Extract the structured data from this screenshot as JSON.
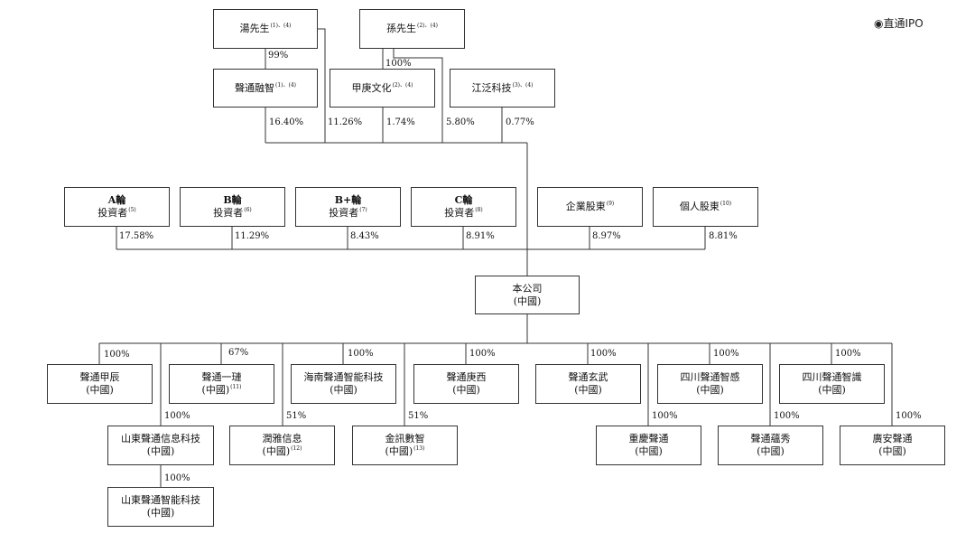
{
  "brand": "◉直通IPO",
  "nodes": {
    "mr_tang": {
      "name": "湯先生",
      "note": "(1)、(4)"
    },
    "mr_sun": {
      "name": "孫先生",
      "note": "(2)、(4)"
    },
    "shengtong_rongzhi": {
      "name": "聲通融智",
      "note": "(1)、(4)"
    },
    "jiageng_wenhua": {
      "name": "甲庚文化",
      "note": "(2)、(4)"
    },
    "jiangfan_keji": {
      "name": "江泛科技",
      "note": "(3)、(4)"
    },
    "investor_a": {
      "line1": "A輪",
      "line2": "投資者",
      "note": "(5)"
    },
    "investor_b": {
      "line1": "B輪",
      "line2": "投資者",
      "note": "(6)"
    },
    "investor_bplus": {
      "line1": "B+輪",
      "line2": "投資者",
      "note": "(7)"
    },
    "investor_c": {
      "line1": "C輪",
      "line2": "投資者",
      "note": "(8)"
    },
    "corporate_shareholders": {
      "name": "企業股東",
      "note": "(9)"
    },
    "individual_shareholders": {
      "name": "個人股東",
      "note": "(10)"
    },
    "company": {
      "name": "本公司",
      "sub": "(中國)"
    },
    "shengtong_jiachen": {
      "name": "聲通甲辰",
      "sub": "(中國)"
    },
    "shengtong_yilian": {
      "name": "聲通一璉",
      "sub": "(中國)",
      "note": "(11)"
    },
    "hainan_zhineng": {
      "name": "海南聲通智能科技",
      "sub": "(中國)"
    },
    "shengtong_gengxi": {
      "name": "聲通庚西",
      "sub": "(中國)"
    },
    "shengtong_xuanwu": {
      "name": "聲通玄武",
      "sub": "(中國)"
    },
    "sichuan_zhigan": {
      "name": "四川聲通智感",
      "sub": "(中國)"
    },
    "sichuan_zhishi": {
      "name": "四川聲通智識",
      "sub": "(中國)"
    },
    "shandong_xinxi": {
      "name": "山東聲通信息科技",
      "sub": "(中國)"
    },
    "runya_xinxi": {
      "name": "潤雅信息",
      "sub": "(中國)",
      "note": "(12)"
    },
    "jinxun_shuzhi": {
      "name": "金訊數智",
      "sub": "(中國)",
      "note": "(13)"
    },
    "chongqing": {
      "name": "重慶聲通",
      "sub": "(中國)"
    },
    "shengtong_yunxiu": {
      "name": "聲通蘊秀",
      "sub": "(中國)"
    },
    "guangan": {
      "name": "廣安聲通",
      "sub": "(中國)"
    },
    "shandong_zhineng": {
      "name": "山東聲通智能科技",
      "sub": "(中國)"
    }
  },
  "percentages": {
    "tang_to_rongzhi": "99%",
    "sun_to_jiageng": "100%",
    "rongzhi_holding": "16.40%",
    "tang_direct": "11.26%",
    "jiageng_holding": "1.74%",
    "sun_direct": "5.80%",
    "jiangfan_holding": "0.77%",
    "investor_a": "17.58%",
    "investor_b": "11.29%",
    "investor_bplus": "8.43%",
    "investor_c": "8.91%",
    "corporate_shareholders": "8.97%",
    "individual_shareholders": "8.81%",
    "shengtong_jiachen": "100%",
    "shengtong_yilian": "67%",
    "hainan_zhineng": "100%",
    "shengtong_gengxi": "100%",
    "shengtong_xuanwu": "100%",
    "sichuan_zhigan": "100%",
    "sichuan_zhishi": "100%",
    "shandong_xinxi": "100%",
    "runya_xinxi": "51%",
    "jinxun_shuzhi": "51%",
    "chongqing": "100%",
    "shengtong_yunxiu": "100%",
    "guangan": "100%",
    "shandong_zhineng": "100%"
  }
}
